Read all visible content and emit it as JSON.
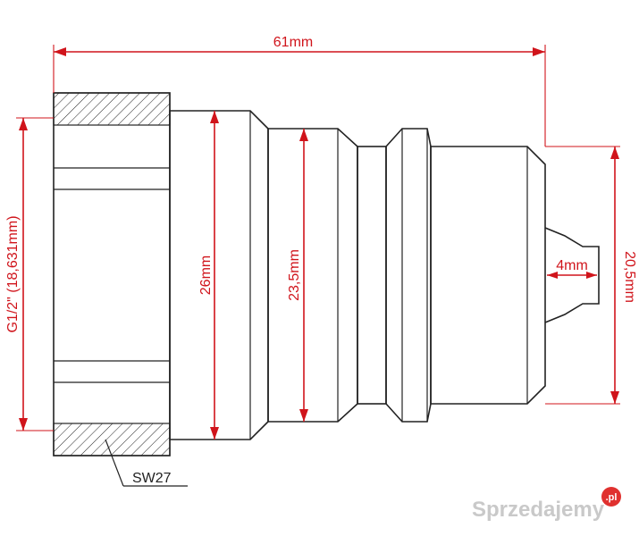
{
  "drawing": {
    "dimensions": {
      "overall_length": "61mm",
      "thread": "G1/2\" (18,631mm)",
      "body_diameter": "26mm",
      "groove_diameter": "23,5mm",
      "tip_width": "4mm",
      "end_diameter": "20,5mm"
    },
    "callout": {
      "wrench_size": "SW27"
    },
    "colors": {
      "dimension": "#d0141b",
      "outline": "#222222",
      "watermark": "#c9c9c9",
      "badge": "#e0312f"
    }
  },
  "watermark": {
    "text": "Sprzedajemy",
    "badge": ".pl"
  }
}
